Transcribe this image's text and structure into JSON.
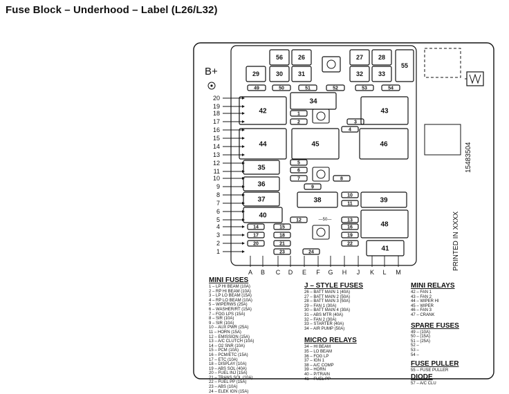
{
  "title": "Fuse Block – Underhood – Label (L26/L32)",
  "bplus": "B+",
  "part_number": "15483504",
  "printed_in": "PRINTED IN XXXX",
  "top_relays": [
    "56",
    "26",
    "27",
    "28",
    "29",
    "30",
    "31",
    "32",
    "33",
    "55"
  ],
  "top_small": [
    "49",
    "50",
    "51",
    "52",
    "53",
    "54"
  ],
  "big_relays": [
    "34",
    "42",
    "43",
    "44",
    "45",
    "46",
    "35",
    "36",
    "37",
    "38",
    "39",
    "40",
    "48",
    "41"
  ],
  "small_fuses": [
    "1",
    "2",
    "3",
    "4",
    "5",
    "6",
    "7",
    "8",
    "9",
    "10",
    "11",
    "12",
    "13",
    "14",
    "15",
    "16",
    "17",
    "18",
    "19",
    "20",
    "21",
    "22",
    "23",
    "24"
  ],
  "micro_mark": "—50—",
  "left_pins": [
    "20",
    "19",
    "18",
    "17",
    "16",
    "15",
    "14",
    "13",
    "12",
    "11",
    "10",
    "9",
    "8",
    "7",
    "6",
    "5",
    "4",
    "3",
    "2",
    "1"
  ],
  "bottom_pins": [
    "A",
    "B",
    "C",
    "D",
    "E",
    "F",
    "G",
    "H",
    "J",
    "K",
    "L",
    "M"
  ],
  "legend": {
    "mini_fuses": {
      "heading": "MINI FUSES",
      "items": [
        "1 – LP HI BEAM (10A)",
        "2 – RP HI BEAM (10A)",
        "3 – LP LO BEAM (15A)",
        "4 – RP LO BEAM (10A)",
        "5 – WIPERWS (25A)",
        "6 – WASHER/RT (15A)",
        "7 – FOG LPS (15A)",
        "8 – SIR (10A)",
        "9 – SIR (10A)",
        "10 – AUX PWR (25A)",
        "11 – HORN (15A)",
        "12 – EMISSION (15A)",
        "13 – A/C CLUTCH (10A)",
        "14 – O2 SNR (10A)",
        "15 – PCM (10A)",
        "16 – PCM/ETC (15A)",
        "17 – ETC (10A)",
        "18 – DISPLAY (10A)",
        "19 – ABS SOL (40A)",
        "20 – FUEL INJ (15A)",
        "21 – TRANS SOL (10A)",
        "22 – FUEL PP (15A)",
        "23 – ABS (10A)",
        "24 – ELEK IGN (15A)"
      ]
    },
    "j_style": {
      "heading": "J – STYLE FUSES",
      "items": [
        "26 – BATT MAIN 1 (40A)",
        "27 – BATT MAIN 2 (50A)",
        "28 – BATT MAIN 3 (50A)",
        "29 – FAN 1 (30A)",
        "30 – BATT MAIN 4 (30A)",
        "31 – ABS MTR (40A)",
        "32 – FAN 2 (30A)",
        "33 – STARTER (40A)",
        "34 – AIR PUMP (50A)"
      ]
    },
    "micro_relays": {
      "heading": "MICRO RELAYS",
      "items": [
        "34 – HI BEAM",
        "35 – LO BEAM",
        "36 – FOG LP",
        "37 – IGN 1",
        "38 – A/C COMP",
        "39 – HORN",
        "40 – P/TRAIN",
        "41 – FUEL PP"
      ]
    },
    "mini_relays": {
      "heading": "MINI RELAYS",
      "items": [
        "42 – FAN 1",
        "43 – FAN 2",
        "44 – WIPER HI",
        "45 – WIPER",
        "46 – FAN 3",
        "47 – CRANK"
      ]
    },
    "spare_fuses": {
      "heading": "SPARE FUSES",
      "items": [
        "49 – (10A)",
        "50 – (15A)",
        "51 – (25A)",
        "52 –",
        "53 –",
        "54 –"
      ]
    },
    "fuse_puller": {
      "heading": "FUSE PULLER",
      "items": [
        "55 – FUSE PULLER"
      ]
    },
    "diode": {
      "heading": "DIODE",
      "items": [
        "57 – A/C CLU"
      ]
    }
  }
}
